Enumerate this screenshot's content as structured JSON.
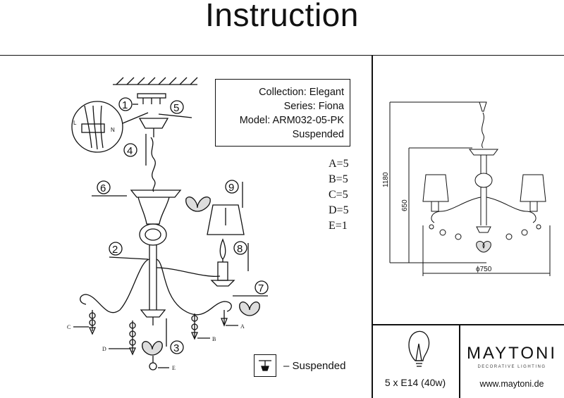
{
  "title": "Instruction",
  "info": {
    "collection": "Collection: Elegant",
    "series": "Series: Fiona",
    "model": "Model: ARM032-05-PK",
    "type": "Suspended"
  },
  "parts_count": [
    "A=5",
    "B=5",
    "C=5",
    "D=5",
    "E=1"
  ],
  "part_letters": [
    "A",
    "B",
    "C",
    "D",
    "E"
  ],
  "steps": [
    "1",
    "2",
    "3",
    "4",
    "5",
    "6",
    "7",
    "8",
    "9"
  ],
  "wiring_labels": [
    "L",
    "N"
  ],
  "dimensions": {
    "height_total": "1180",
    "height_body": "650",
    "diameter": "ϕ750"
  },
  "suspended_label": "– Suspended",
  "bulb_spec": "5 x E14 (40w)",
  "brand": {
    "name": "MAYTONI",
    "tagline": "DECORATIVE LIGHTING",
    "website": "www.maytoni.de"
  }
}
